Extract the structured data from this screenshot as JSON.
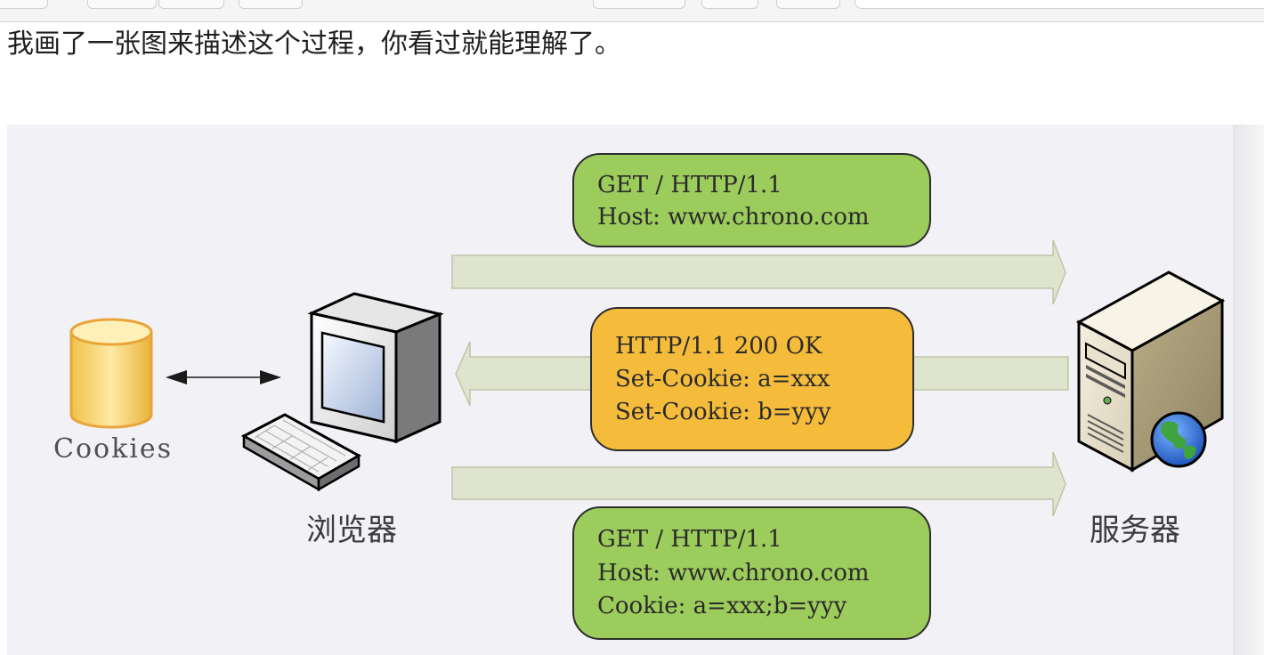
{
  "article": {
    "paragraph": "我画了一张图来描述这个过程，你看过就能理解了。"
  },
  "diagram": {
    "cookies_label": "Cookies",
    "browser_label": "浏览器",
    "server_label": "服务器",
    "request1": {
      "line1": "GET / HTTP/1.1",
      "line2": "Host: www.chrono.com"
    },
    "response": {
      "line1": "HTTP/1.1 200 OK",
      "line2": "Set-Cookie: a=xxx",
      "line3": "Set-Cookie: b=yyy"
    },
    "request2": {
      "line1": "GET / HTTP/1.1",
      "line2": "Host: www.chrono.com",
      "line3": "Cookie: a=xxx;b=yyy"
    },
    "colors": {
      "request_box": "#9ccc5c",
      "response_box": "#f5bc3c",
      "arrow_fill": "#dfe4cf",
      "background": "#f2f1f6"
    }
  }
}
